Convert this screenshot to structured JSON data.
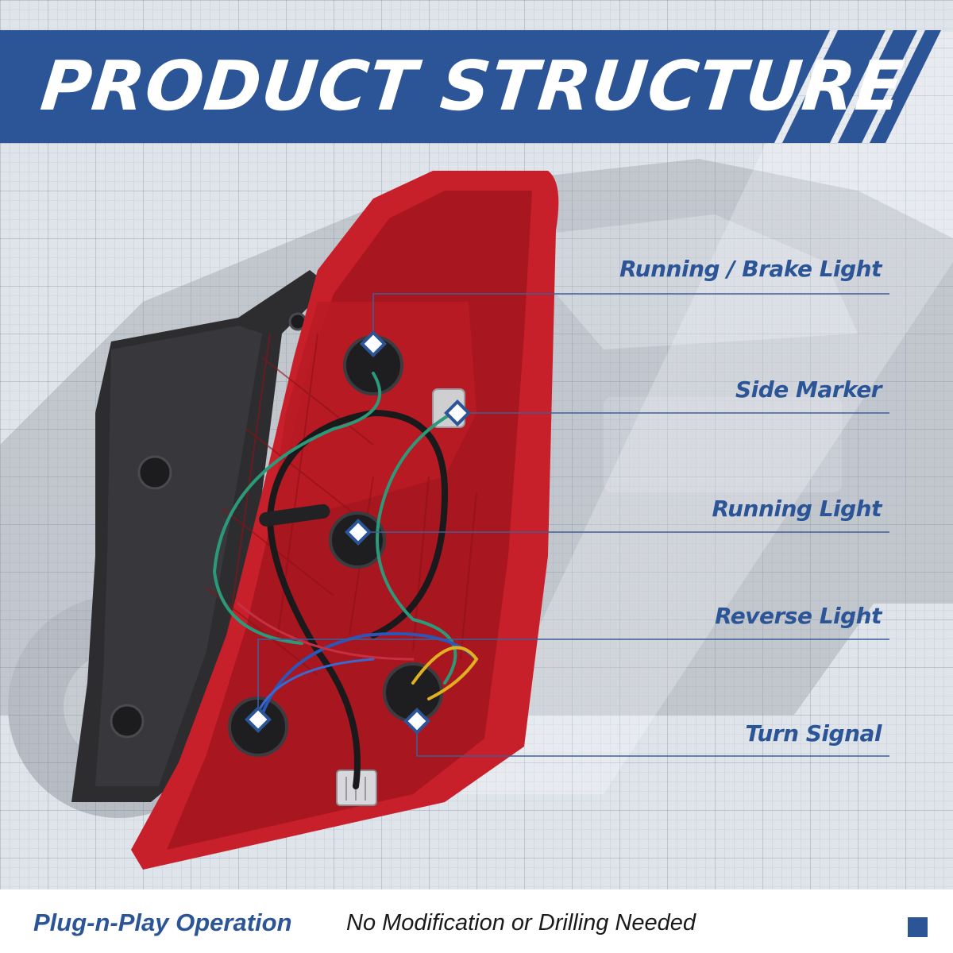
{
  "title": "PRODUCT STRUCTURE",
  "callouts": [
    {
      "label": "Running / Brake Light"
    },
    {
      "label": "Side Marker"
    },
    {
      "label": "Running Light"
    },
    {
      "label": "Reverse Light"
    },
    {
      "label": "Turn Signal"
    }
  ],
  "footer": {
    "highlight": "Plug-n-Play Operation",
    "text": "No Modification or Drilling Needed"
  },
  "colors": {
    "brand_blue": "#2b5597",
    "lamp_red": "#c8202a",
    "housing_black": "#2d2d30"
  }
}
